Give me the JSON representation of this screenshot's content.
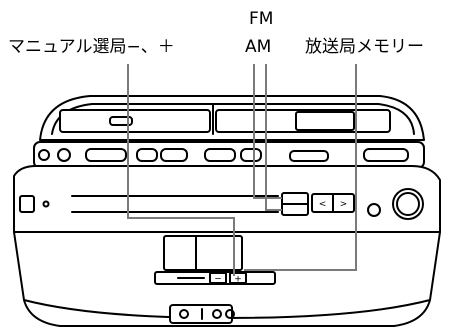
{
  "labels": {
    "manual_tuning": "マニュアル選局−、＋",
    "fm": "FM",
    "am": "AM",
    "preset_memory": "放送局メモリー"
  },
  "colors": {
    "outline": "#000000",
    "callout_line": "#7a7a7a",
    "body_fill": "#ffffff"
  }
}
